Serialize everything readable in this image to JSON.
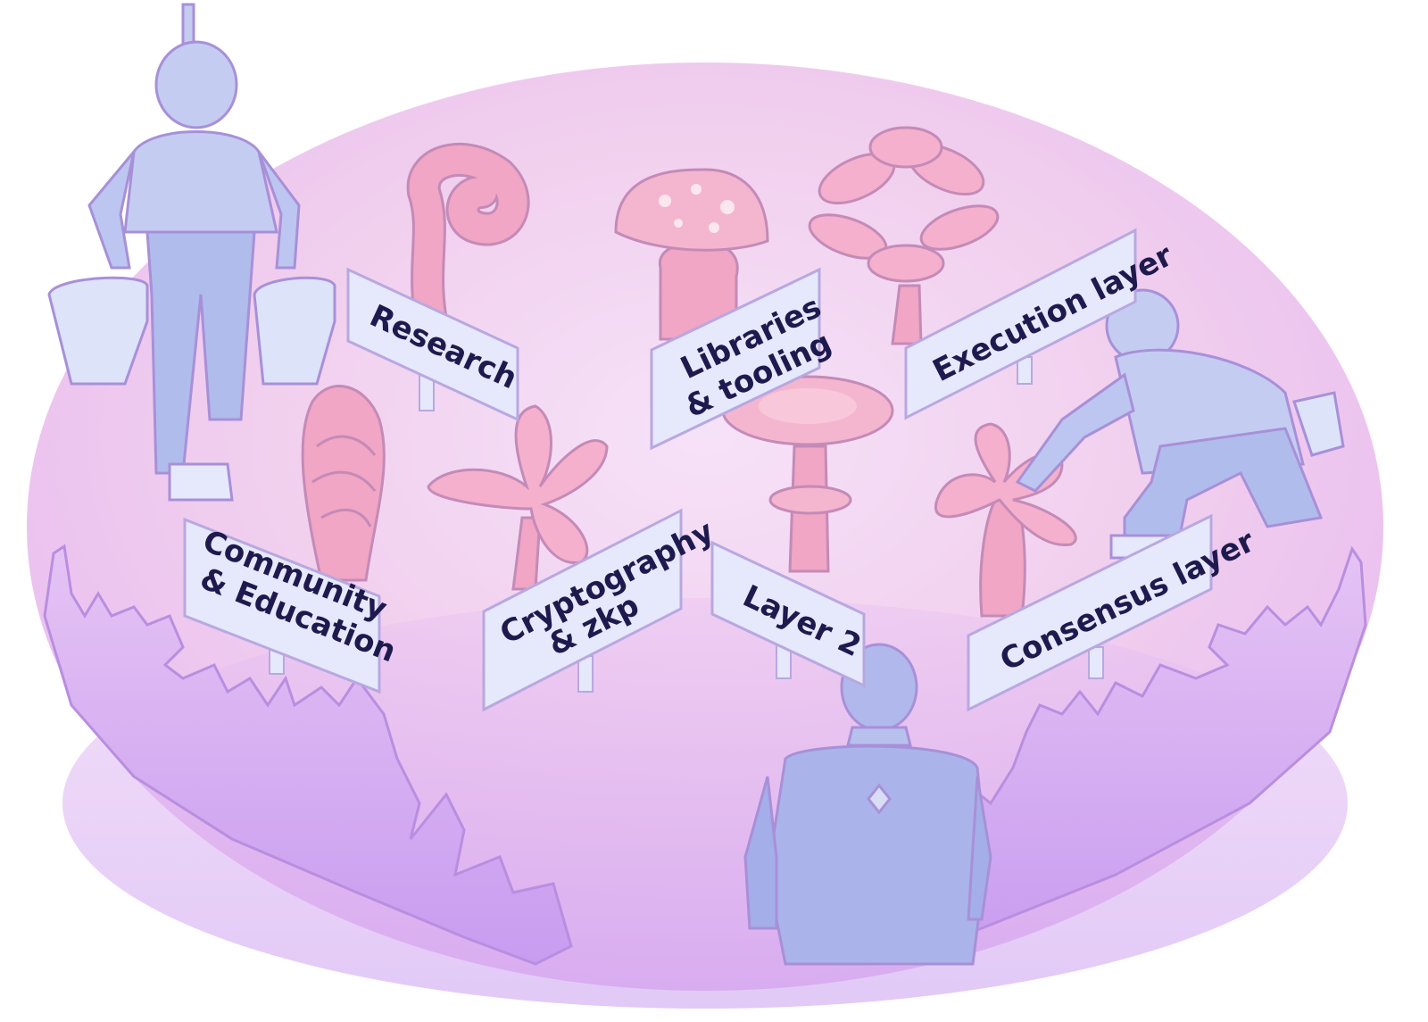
{
  "signs": {
    "research": "Research",
    "libraries_line1": "Libraries",
    "libraries_line2": "& tooling",
    "execution": "Execution layer",
    "community_line1": "Community",
    "community_line2": "& Education",
    "cryptography_line1": "Cryptography",
    "cryptography_line2": "& zkp",
    "layer2": "Layer 2",
    "consensus": "Consensus layer"
  },
  "colors": {
    "background_pink": "#f4d8f4",
    "ground_purple": "#cfa6f2",
    "figure_blue": "#b6c0ee",
    "outline": "#b890d8",
    "plant_pink": "#f0a6c4",
    "sign_face": "#e6e8fb",
    "sign_text": "#1e1a4e"
  }
}
